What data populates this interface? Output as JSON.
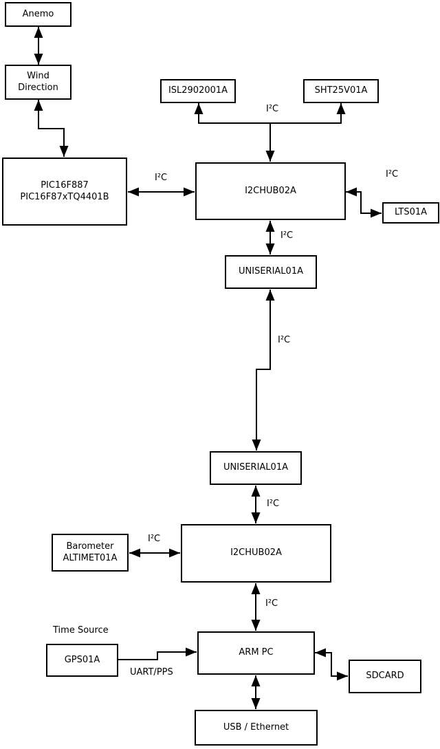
{
  "diagram": {
    "background": "#ffffff",
    "line_color": "#000000",
    "text_color": "#000000"
  },
  "boxes": {
    "anemo": {
      "label": "Anemo"
    },
    "wind_direction": {
      "line1": "Wind",
      "line2": "Direction"
    },
    "pic": {
      "line1": "PIC16F887",
      "line2": "PIC16F87xTQ4401B"
    },
    "isl": {
      "label": "ISL2902001A"
    },
    "sht": {
      "label": "SHT25V01A"
    },
    "i2chub1": {
      "label": "I2CHUB02A"
    },
    "lts": {
      "label": "LTS01A"
    },
    "uniserial1": {
      "label": "UNISERIAL01A"
    },
    "uniserial2": {
      "label": "UNISERIAL01A"
    },
    "barometer": {
      "line1": "Barometer",
      "line2": "ALTIMET01A"
    },
    "i2chub2": {
      "label": "I2CHUB02A"
    },
    "gps": {
      "label": "GPS01A"
    },
    "armpc": {
      "label": "ARM PC"
    },
    "sdcard": {
      "label": "SDCARD"
    },
    "usb_ethernet": {
      "label": "USB / Ethernet"
    }
  },
  "labels": {
    "i2c_top_branch": "I²C",
    "i2c_pic_hub": "I²C",
    "i2c_hub_lts": "I²C",
    "i2c_hub_uniserial": "I²C",
    "i2c_long_link": "I²C",
    "i2c_uniserial_hub2": "I²C",
    "i2c_barometer_hub2": "I²C",
    "i2c_hub2_armpc": "I²C",
    "time_source": "Time Source",
    "uart_pps": "UART/PPS"
  }
}
